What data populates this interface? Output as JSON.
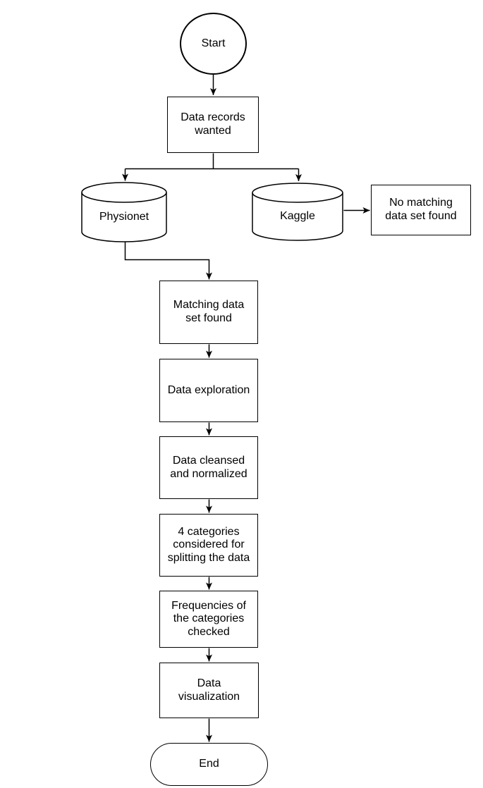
{
  "diagram": {
    "type": "flowchart",
    "background_color": "#ffffff",
    "stroke_color": "#000000",
    "node_fill_color": "#ffffff",
    "text_color": "#000000",
    "nodes": {
      "start": {
        "shape": "circle",
        "label": "Start"
      },
      "data_records_wanted": {
        "shape": "process",
        "label": "Data records wanted"
      },
      "physionet": {
        "shape": "database",
        "label": "Physionet"
      },
      "kaggle": {
        "shape": "database",
        "label": "Kaggle"
      },
      "no_matching_data_set_found": {
        "shape": "process",
        "label": "No matching data set found"
      },
      "matching_data_set_found": {
        "shape": "process",
        "label": "Matching data set found"
      },
      "data_exploration": {
        "shape": "process",
        "label": "Data exploration"
      },
      "data_cleansed_and_normalized": {
        "shape": "process",
        "label": "Data cleansed and normalized"
      },
      "four_categories": {
        "shape": "process",
        "label": "4 categories considered for splitting the data"
      },
      "frequencies_checked": {
        "shape": "process",
        "label": "Frequencies of the categories checked"
      },
      "data_visualization": {
        "shape": "process",
        "label": "Data visualization"
      },
      "end": {
        "shape": "terminator",
        "label": "End"
      }
    },
    "edges": [
      {
        "from": "start",
        "to": "data_records_wanted"
      },
      {
        "from": "data_records_wanted",
        "to": "physionet"
      },
      {
        "from": "data_records_wanted",
        "to": "kaggle"
      },
      {
        "from": "kaggle",
        "to": "no_matching_data_set_found"
      },
      {
        "from": "physionet",
        "to": "matching_data_set_found"
      },
      {
        "from": "matching_data_set_found",
        "to": "data_exploration"
      },
      {
        "from": "data_exploration",
        "to": "data_cleansed_and_normalized"
      },
      {
        "from": "data_cleansed_and_normalized",
        "to": "four_categories"
      },
      {
        "from": "four_categories",
        "to": "frequencies_checked"
      },
      {
        "from": "frequencies_checked",
        "to": "data_visualization"
      },
      {
        "from": "data_visualization",
        "to": "end"
      }
    ]
  }
}
